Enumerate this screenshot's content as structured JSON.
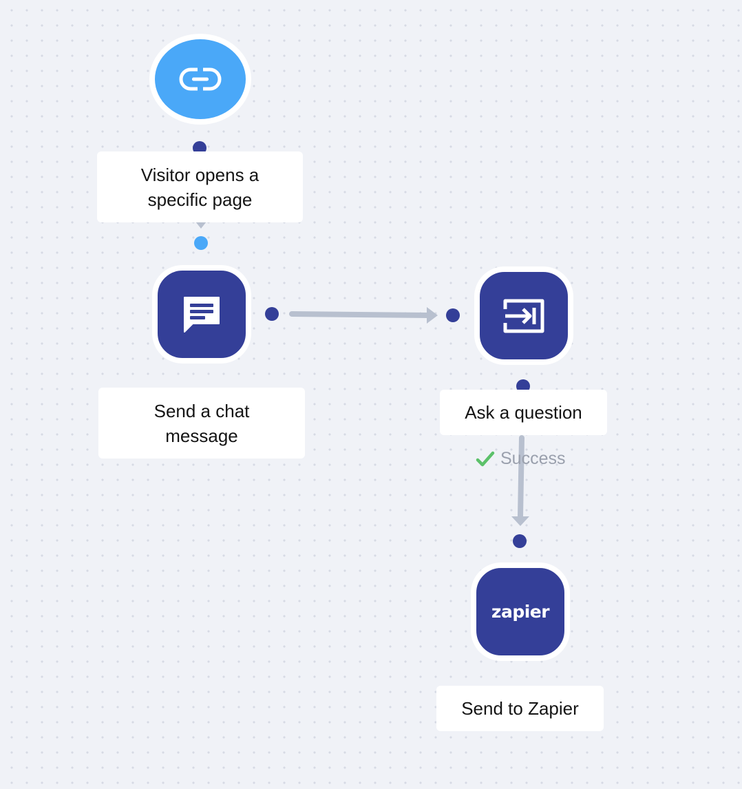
{
  "nodes": {
    "trigger": {
      "label": "Visitor opens a\nspecific page",
      "icon": "link-icon"
    },
    "chat": {
      "label": "Send a chat\nmessage",
      "icon": "chat-message-icon"
    },
    "question": {
      "label": "Ask a question",
      "icon": "input-arrow-icon"
    },
    "zapier": {
      "label": "Send to Zapier",
      "icon": "zapier-logo",
      "logo_text": "zapier"
    }
  },
  "branch": {
    "label": "Success",
    "icon": "checkmark-icon"
  },
  "colors": {
    "accent_blue": "#4aa8f8",
    "brand_navy": "#343f98",
    "connector": "#b8c0cf",
    "success": "#5cc16a",
    "muted_text": "#9aa0ad"
  }
}
